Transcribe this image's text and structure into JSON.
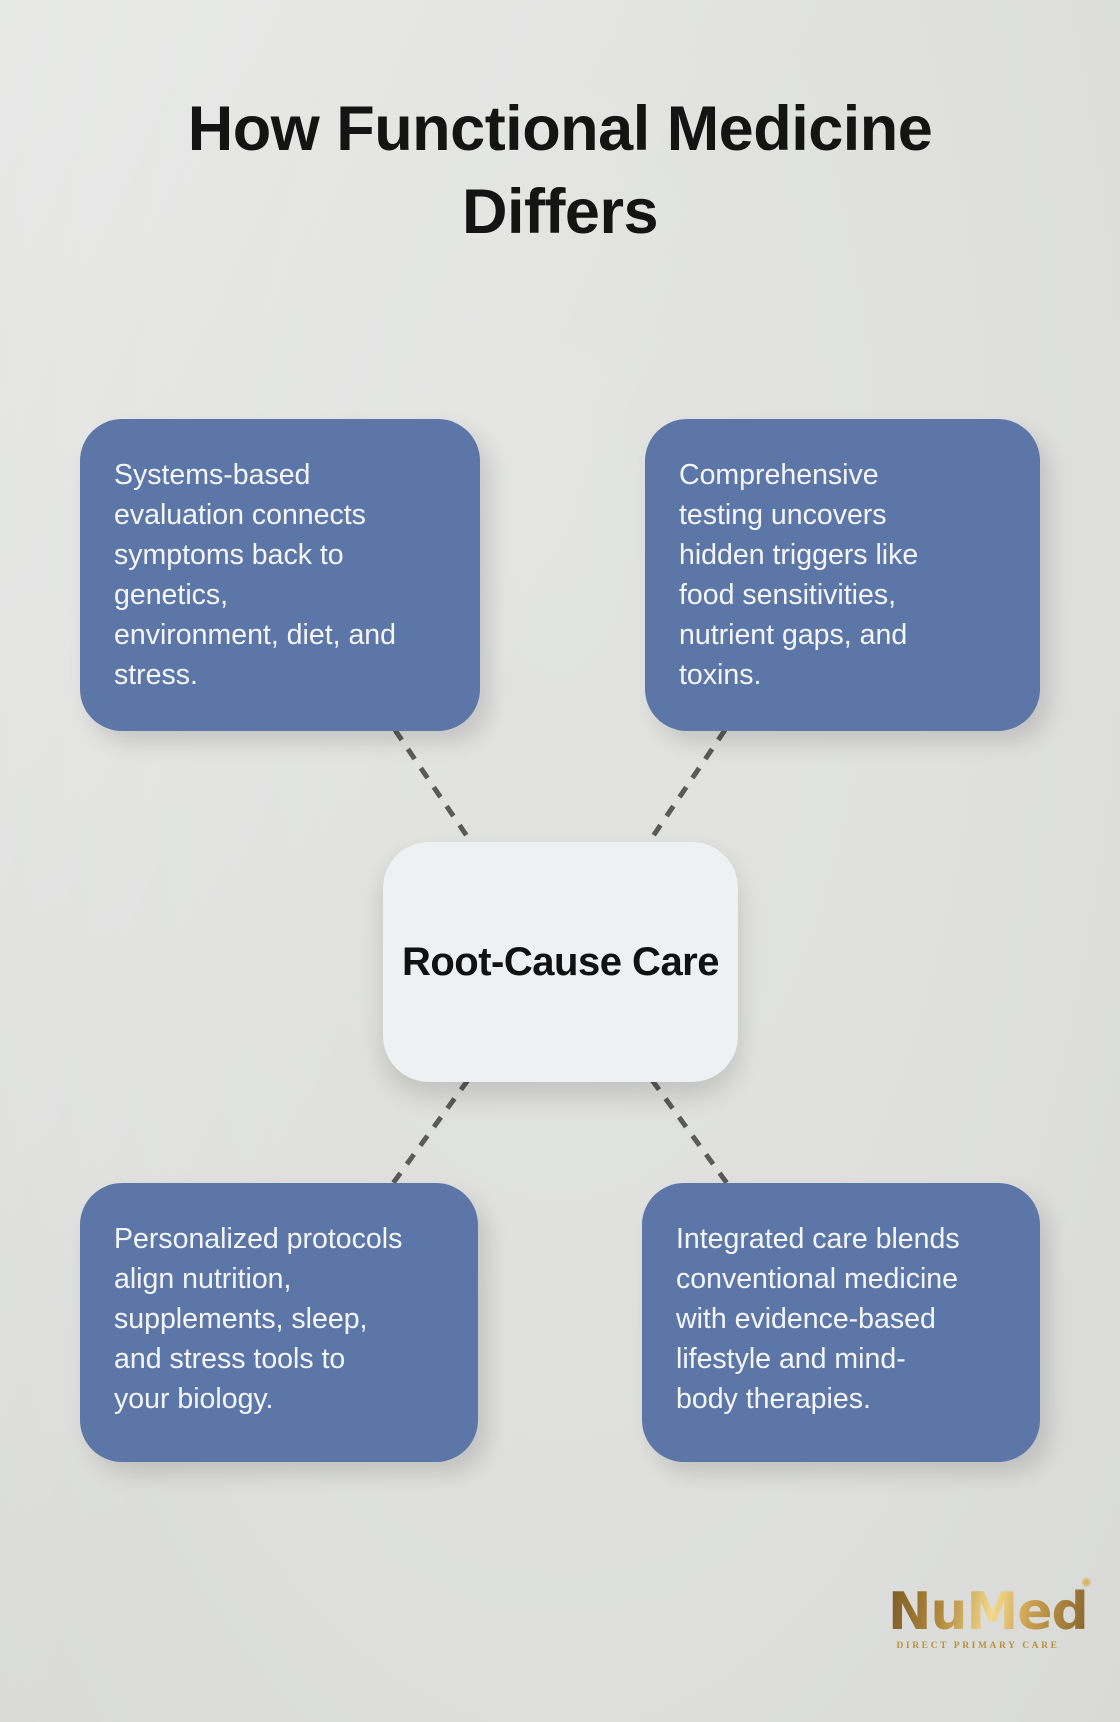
{
  "title": "How Functional Medicine Differs",
  "center": {
    "label": "Root-Cause Care"
  },
  "cards": [
    {
      "id": "top-left",
      "text": "Systems-based evaluation connects symptoms back to genetics, environment, diet, and stress.",
      "lines": [
        "Systems-based",
        "evaluation connects",
        "symptoms back to",
        "genetics,",
        "environment, diet, and",
        "stress."
      ]
    },
    {
      "id": "top-right",
      "text": "Comprehensive testing uncovers hidden triggers like food sensitivities, nutrient gaps, and toxins.",
      "lines": [
        "Comprehensive",
        "testing uncovers",
        "hidden triggers like",
        "food sensitivities,",
        "nutrient gaps, and",
        "toxins."
      ]
    },
    {
      "id": "bottom-left",
      "text": "Personalized protocols align nutrition, supplements, sleep, and stress tools to your biology.",
      "lines": [
        "Personalized protocols",
        "align nutrition,",
        "supplements, sleep,",
        "and stress tools to",
        "your biology."
      ]
    },
    {
      "id": "bottom-right",
      "text": "Integrated care blends conventional medicine with evidence-based lifestyle and mind-body therapies.",
      "lines": [
        "Integrated care blends",
        "conventional medicine",
        "with evidence-based",
        "lifestyle and mind-",
        "body therapies."
      ]
    }
  ],
  "logo": {
    "brand": "NuMed",
    "tagline": "DIRECT PRIMARY CARE",
    "ornament": "✺"
  },
  "colors": {
    "card_blue": "#5d76a8",
    "background": "#dfe0de",
    "center_bg": "#eef0f1",
    "connector": "#5a5a5a",
    "title_text": "#141414",
    "card_text": "#f4f6f9",
    "gold": "#b8923f"
  }
}
